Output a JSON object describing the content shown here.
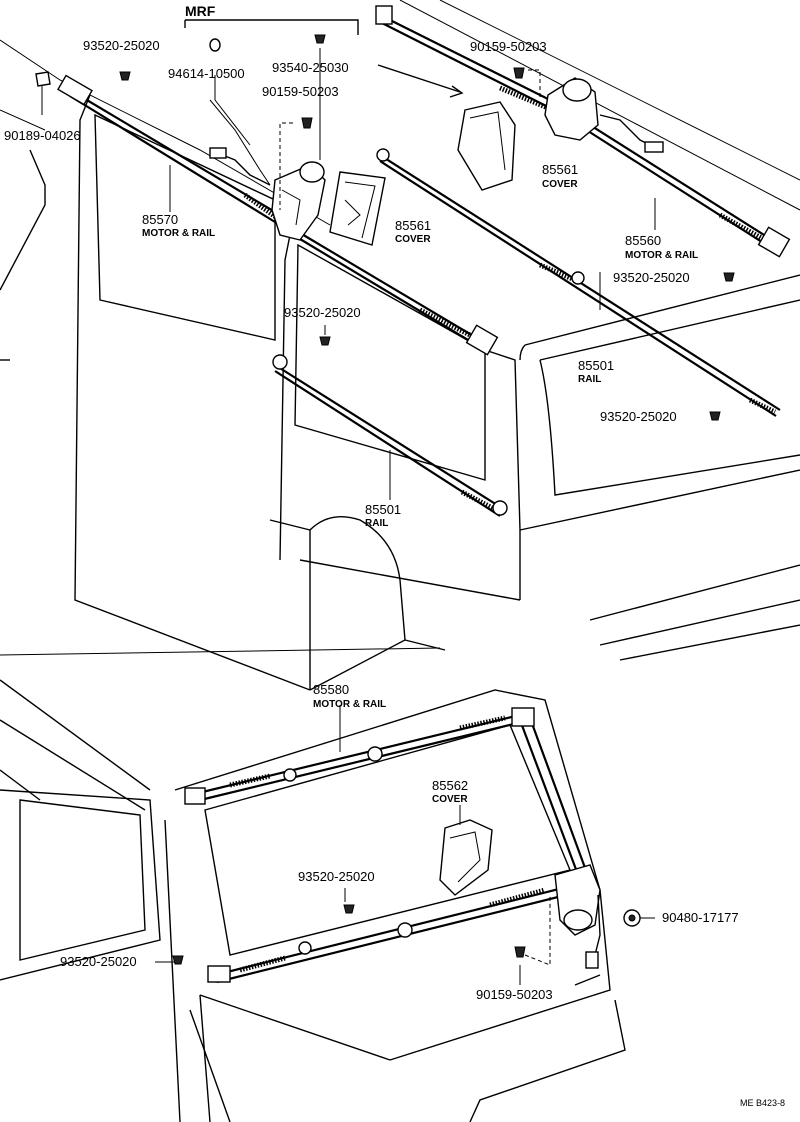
{
  "group_label": "MRF",
  "footer_code": "ME B423-8",
  "parts": {
    "p93520_top": "93520-25020",
    "p94614": "94614-10500",
    "p93540": "93540-25030",
    "p90189": "90189-04026",
    "p90159_top_left": "90159-50203",
    "p90159_top_right": "90159-50203",
    "p85570_num": "85570",
    "p85570_name": "MOTOR & RAIL",
    "p85561a_num": "85561",
    "p85561a_name": "COVER",
    "p85561b_num": "85561",
    "p85561b_name": "COVER",
    "p85560_num": "85560",
    "p85560_name": "MOTOR & RAIL",
    "p93520_right1": "93520-25020",
    "p93520_mid": "93520-25020",
    "p85501a_num": "85501",
    "p85501a_name": "RAIL",
    "p93520_right2": "93520-25020",
    "p85501b_num": "85501",
    "p85501b_name": "RAIL",
    "p85580_num": "85580",
    "p85580_name": "MOTOR & RAIL",
    "p85562_num": "85562",
    "p85562_name": "COVER",
    "p93520_bot_mid": "93520-25020",
    "p90480": "90480-17177",
    "p93520_bot_left": "93520-25020",
    "p90159_bot": "90159-50203"
  }
}
